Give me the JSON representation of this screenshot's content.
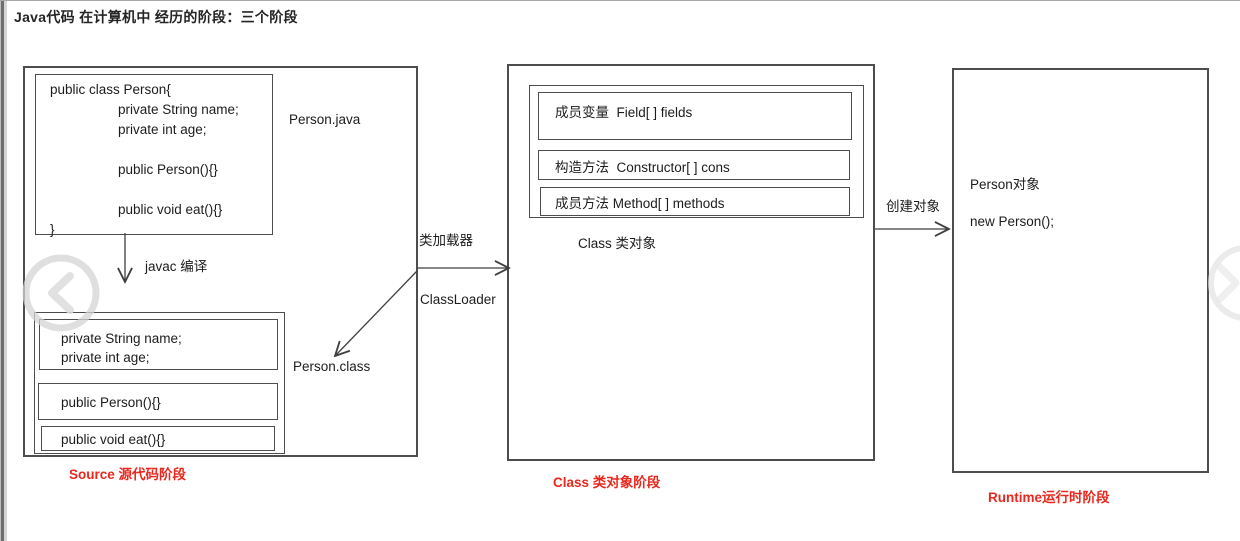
{
  "page": {
    "title": "Java代码 在计算机中 经历的阶段：三个阶段"
  },
  "colors": {
    "line": "#3f3f3f",
    "box_border": "#4d4d4d",
    "stage_label_red": "#e8281e",
    "text": "#1c1c1c",
    "watermark_gray": "#d8d8d8"
  },
  "source_stage": {
    "file_label": "Person.java",
    "code_lines": [
      "public class Person{",
      "private String name;",
      "private int age;",
      "public Person(){}",
      "public void eat(){}",
      "}"
    ],
    "compile_arrow_label": "javac 编译",
    "class_file_label": "Person.class",
    "class_file": {
      "fields_line_1": "private String name;",
      "fields_line_2": "private int age;",
      "constructor_line": "public Person(){}",
      "method_line": "public void eat(){}"
    },
    "stage_label": "Source 源代码阶段"
  },
  "class_loader": {
    "label_zh": "类加载器",
    "label_en": "ClassLoader"
  },
  "class_stage": {
    "members": [
      {
        "label": "成员变量  Field[ ] fields"
      },
      {
        "label": "构造方法  Constructor[ ] cons"
      },
      {
        "label": "成员方法 Method[ ] methods"
      }
    ],
    "object_label": "Class 类对象",
    "stage_label": "Class 类对象阶段"
  },
  "runtime_stage": {
    "create_arrow_label": "创建对象",
    "object_label": "Person对象",
    "code": "new Person();",
    "stage_label": "Runtime运行时阶段"
  }
}
